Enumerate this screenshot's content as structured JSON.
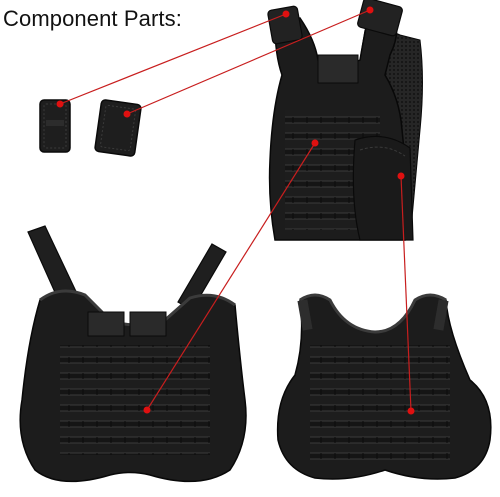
{
  "heading": "Component Parts:",
  "colors": {
    "background": "#ffffff",
    "fabric": "#1f1f1f",
    "fabric_dark": "#0e0e0e",
    "fabric_light": "#3a3a3a",
    "mesh": "#2b2b2b",
    "pointer_line": "#c81e1e",
    "pointer_dot": "#e01010"
  },
  "parts": [
    {
      "name": "shoulder pads (pair)"
    },
    {
      "name": "assembled vest"
    },
    {
      "name": "front panel"
    },
    {
      "name": "back panel"
    }
  ]
}
